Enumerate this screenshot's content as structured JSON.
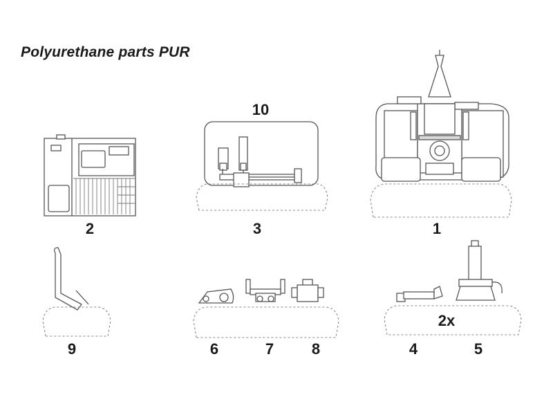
{
  "title": "Polyurethane parts PUR",
  "labels": {
    "p1": "1",
    "p2": "2",
    "p3": "3",
    "p4": "4",
    "p5": "5",
    "p6": "6",
    "p7": "7",
    "p8": "8",
    "p9": "9",
    "p10": "10",
    "qty_4_5": "2x"
  },
  "colors": {
    "line": "#555555",
    "text": "#1a1a1a",
    "background": "#ffffff"
  }
}
